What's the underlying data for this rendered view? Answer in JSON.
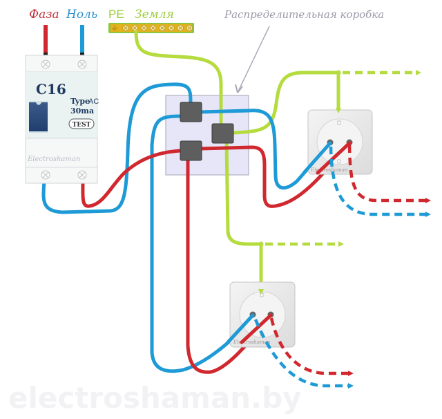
{
  "labels": {
    "phase": "Фаза",
    "neutral": "Ноль",
    "pe": "PE",
    "ground": "Земля",
    "junction_box": "Распределительная коробка",
    "watermark": "electroshaman.by"
  },
  "breaker": {
    "rating": "C16",
    "type_label": "Type",
    "type_value": "AC",
    "current": "30ma",
    "test_button": "TEST",
    "brand": "Electroshaman"
  },
  "sockets": [
    {
      "brand": "Electroshaman"
    },
    {
      "brand": "Electroshaman"
    }
  ],
  "colors": {
    "phase": "#d0282e",
    "neutral": "#1e9ad6",
    "ground": "#b5dc3e",
    "box_fill": "#e6e6f8",
    "connector": "#5e5e5e",
    "label_gray": "#9a9aa8"
  }
}
